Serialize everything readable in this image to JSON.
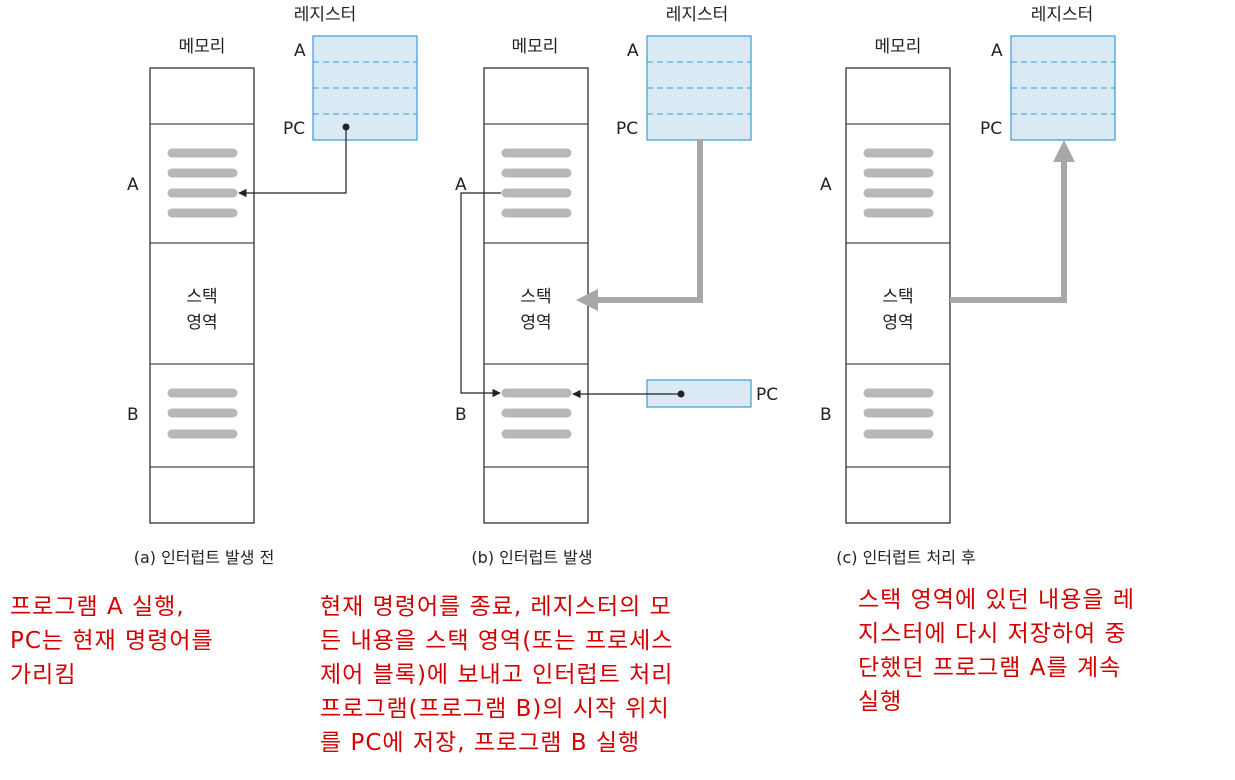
{
  "panels": [
    {
      "memory_label": "메모리",
      "register_label": "레지스터",
      "reg_a": "A",
      "reg_pc": "PC",
      "mem_a": "A",
      "mem_b": "B",
      "stack_1": "스택",
      "stack_2": "영역",
      "caption": "(a) 인터럽트 발생 전"
    },
    {
      "memory_label": "메모리",
      "register_label": "레지스터",
      "reg_a": "A",
      "reg_pc": "PC",
      "mem_a": "A",
      "mem_b": "B",
      "stack_1": "스택",
      "stack_2": "영역",
      "caption": "(b) 인터럽트 발생",
      "pc_box_label": "PC"
    },
    {
      "memory_label": "메모리",
      "register_label": "레지스터",
      "reg_a": "A",
      "reg_pc": "PC",
      "mem_a": "A",
      "mem_b": "B",
      "stack_1": "스택",
      "stack_2": "영역",
      "caption": "(c) 인터럽트 처리 후"
    }
  ],
  "notes": [
    {
      "lines": [
        "프로그램 A 실행,",
        "PC는 현재 명령어를",
        "가리킴"
      ]
    },
    {
      "lines": [
        "현재 명령어를 종료, 레지스터의 모",
        "든 내용을 스택 영역(또는 프로세스",
        "제어 블록)에 보내고 인터럽트 처리",
        "프로그램(프로그램 B)의 시작 위치",
        "를 PC에 저장, 프로그램 B 실행"
      ]
    },
    {
      "lines": [
        "스택 영역에 있던 내용을 레",
        "지스터에 다시 저장하여 중",
        "단했던 프로그램 A를 계속",
        "실행"
      ]
    }
  ],
  "colors": {
    "register_fill": "#d9eaf5",
    "register_border": "#3a9ad4",
    "bar": "#b8b8b8",
    "arrow_gray": "#a8a8a8",
    "note_red": "#d40000"
  }
}
